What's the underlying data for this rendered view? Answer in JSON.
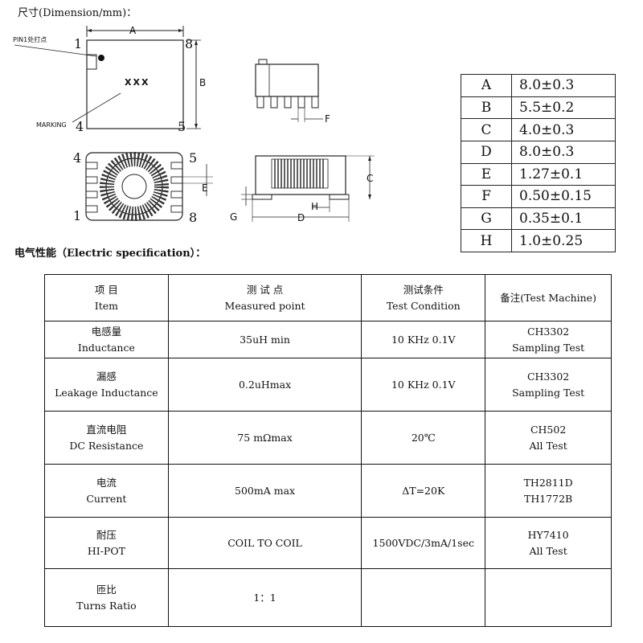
{
  "page_title": "尺寸(Dimension/mm)：",
  "drawings": {
    "top_view": {
      "dim_a": "A",
      "dim_b": "B",
      "pin1": "1",
      "pin4": "4",
      "pin5": "5",
      "pin8": "8",
      "marking_text": "XXX",
      "pin1_label": "PIN1处打点",
      "marking_label": "MARKING"
    },
    "side_view": {
      "dim_f": "F"
    },
    "bottom_view": {
      "pin4": "4",
      "pin5": "5",
      "pin1": "1",
      "pin8": "8",
      "dim_e": "E"
    },
    "front_view": {
      "dim_c": "C",
      "dim_d": "D",
      "dim_g": "G",
      "dim_h": "H"
    }
  },
  "dimensions": [
    {
      "key": "A",
      "value": "8.0±0.3"
    },
    {
      "key": "B",
      "value": "5.5±0.2"
    },
    {
      "key": "C",
      "value": "4.0±0.3"
    },
    {
      "key": "D",
      "value": "8.0±0.3"
    },
    {
      "key": "E",
      "value": "1.27±0.1"
    },
    {
      "key": "F",
      "value": "0.50±0.15"
    },
    {
      "key": "G",
      "value": "0.35±0.1"
    },
    {
      "key": "H",
      "value": "1.0±0.25"
    }
  ],
  "electric_title": "电气性能（Electric specification）：",
  "spec_header": {
    "item_cn": "项  目",
    "item_en": "Item",
    "point_cn": "测 试 点",
    "point_en": "Measured point",
    "cond_cn": "测试条件",
    "cond_en": "Test Condition",
    "machine": "备注(Test Machine)"
  },
  "spec_rows": [
    {
      "item_cn": "电感量",
      "item_en": "Inductance",
      "point": "35uH min",
      "cond": "10 KHz 0.1V",
      "m1": "CH3302",
      "m2": "Sampling Test"
    },
    {
      "item_cn": "漏感",
      "item_en": "Leakage Inductance",
      "point": "0.2uHmax",
      "cond": "10 KHz 0.1V",
      "m1": "CH3302",
      "m2": "Sampling Test"
    },
    {
      "item_cn": "直流电阻",
      "item_en": "DC Resistance",
      "point": "75 mΩmax",
      "cond": "20℃",
      "m1": "CH502",
      "m2": "All Test"
    },
    {
      "item_cn": "电流",
      "item_en": "Current",
      "point": "500mA  max",
      "cond": "ΔT=20K",
      "m1": "TH2811D",
      "m2": "TH1772B"
    },
    {
      "item_cn": "耐压",
      "item_en": "HI-POT",
      "point": "COIL TO COIL",
      "cond": "1500VDC/3mA/1sec",
      "m1": "HY7410",
      "m2": "All Test"
    },
    {
      "item_cn": "匝比",
      "item_en": "Turns Ratio",
      "point": "1：1",
      "cond": "",
      "m1": "",
      "m2": ""
    }
  ]
}
